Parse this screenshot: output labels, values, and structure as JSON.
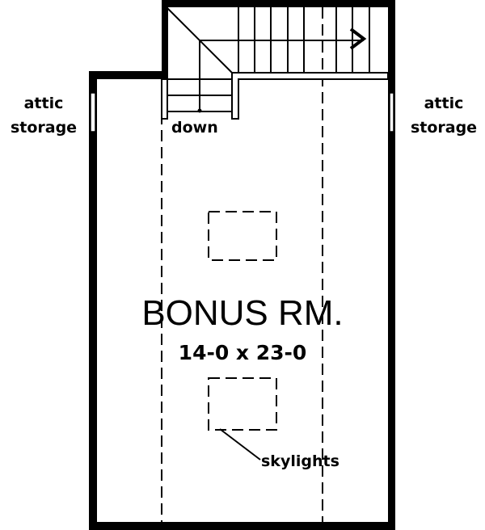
{
  "plan": {
    "room_name": "BONUS RM.",
    "room_dimensions": "14-0 x 23-0",
    "stair_label": "down",
    "skylight_label": "skylights",
    "left_attic": {
      "line1": "attic",
      "line2": "storage"
    },
    "right_attic": {
      "line1": "attic",
      "line2": "storage"
    }
  }
}
